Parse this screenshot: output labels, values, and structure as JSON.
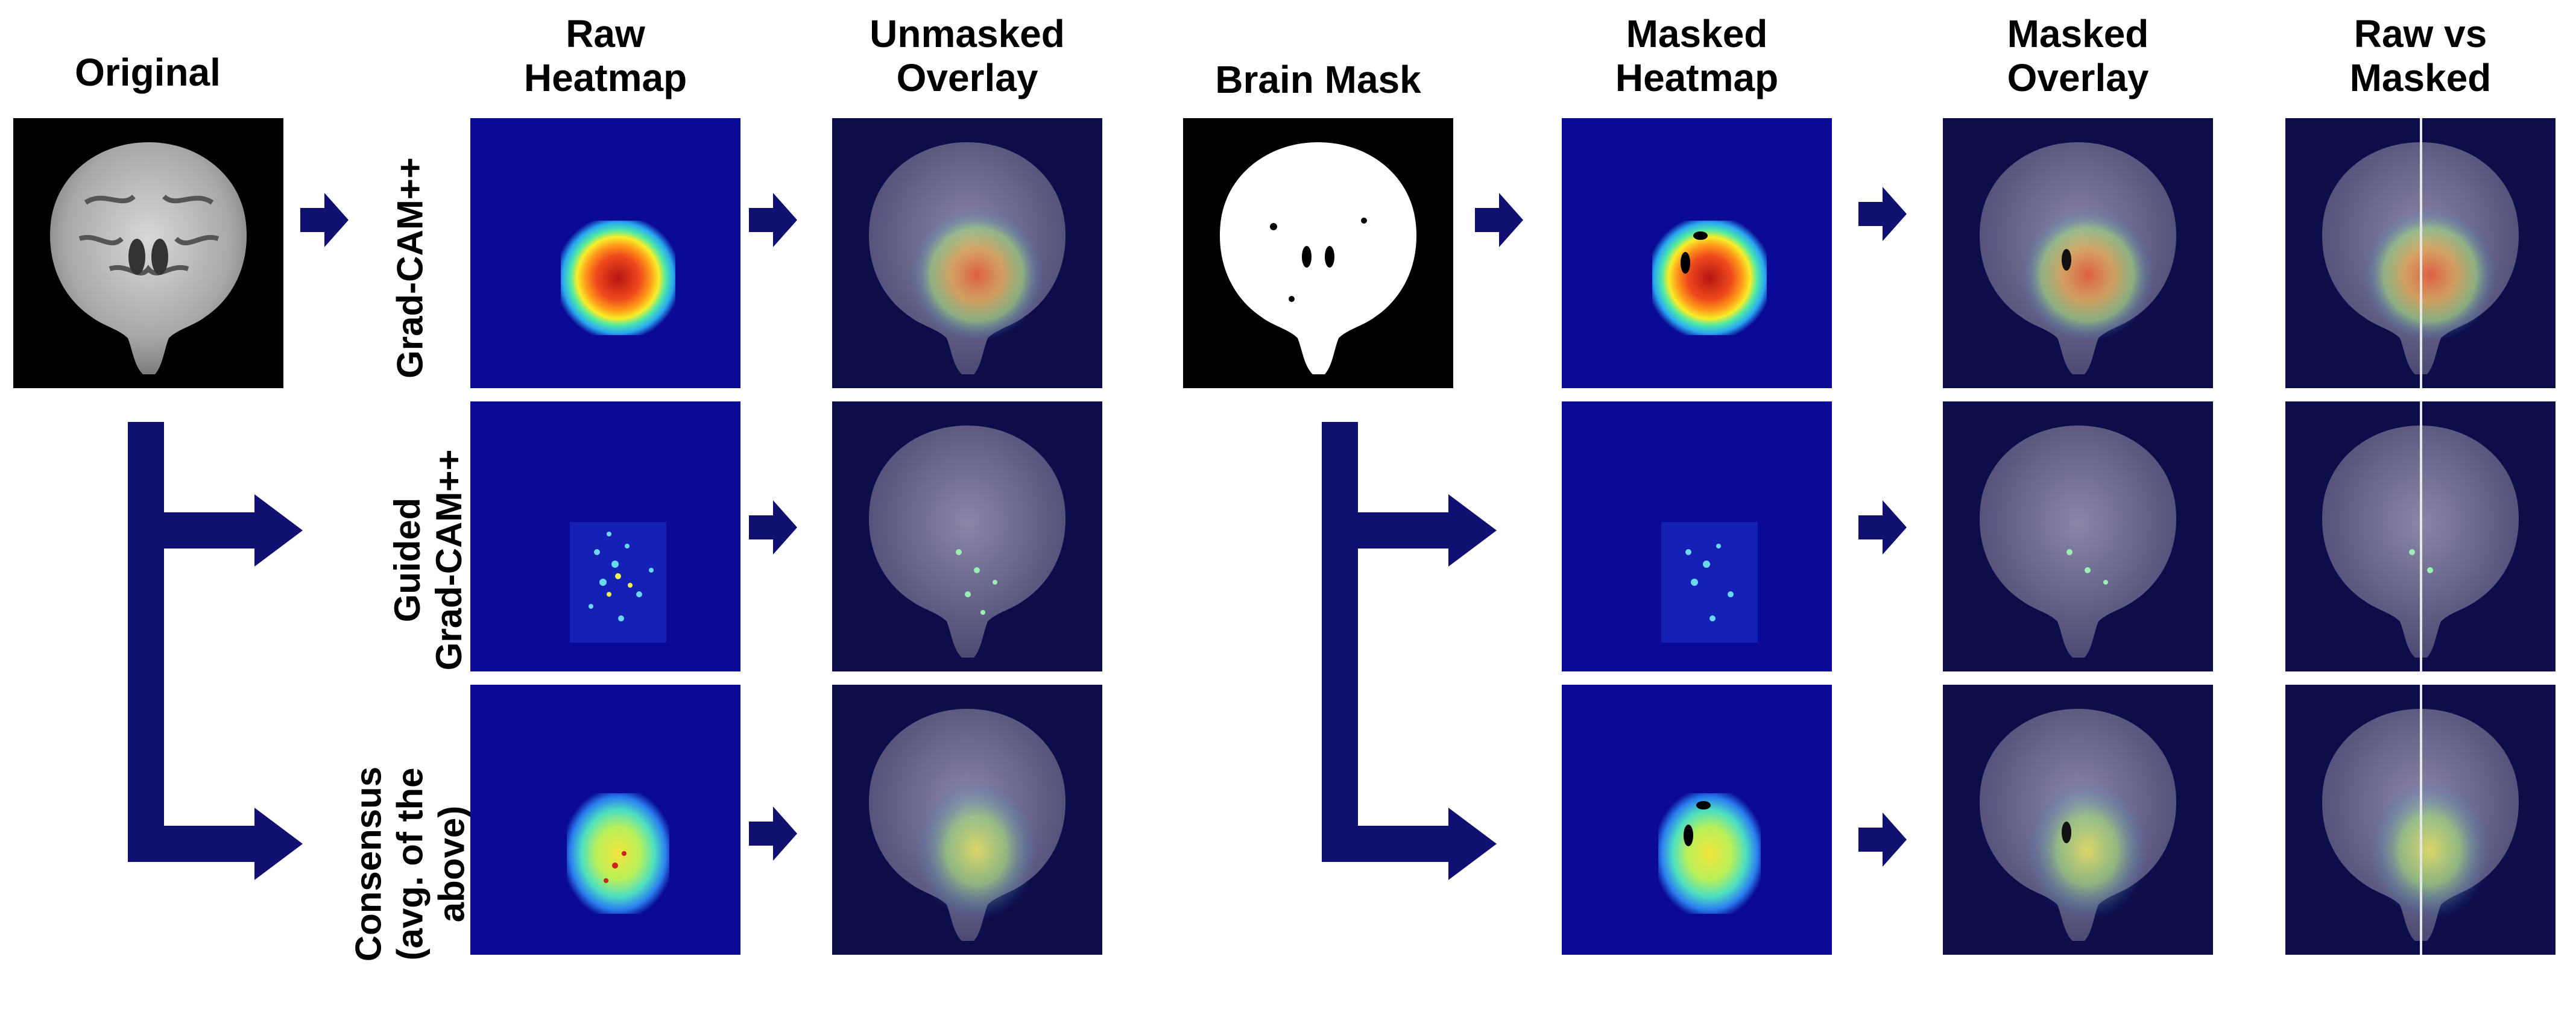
{
  "columns": {
    "original": "Original",
    "raw_heatmap": [
      "Raw",
      "Heatmap"
    ],
    "unmasked_overlay": [
      "Unmasked",
      "Overlay"
    ],
    "brain_mask": "Brain Mask",
    "masked_heatmap": [
      "Masked",
      "Heatmap"
    ],
    "masked_overlay": [
      "Masked",
      "Overlay"
    ],
    "raw_vs_masked": [
      "Raw vs",
      "Masked"
    ]
  },
  "rows": {
    "gradcam": [
      "Grad-CAM++"
    ],
    "guided": [
      "Guided",
      "Grad-CAM++"
    ],
    "consensus": [
      "Consensus",
      "(avg. of the",
      "above)"
    ]
  },
  "colors": {
    "arrow": "#101070",
    "heatmap_bg": "#0a0a96",
    "overlay_bg": "#0d0d4a"
  },
  "icons": [
    "right-arrow-icon",
    "branch-arrow-icon"
  ]
}
